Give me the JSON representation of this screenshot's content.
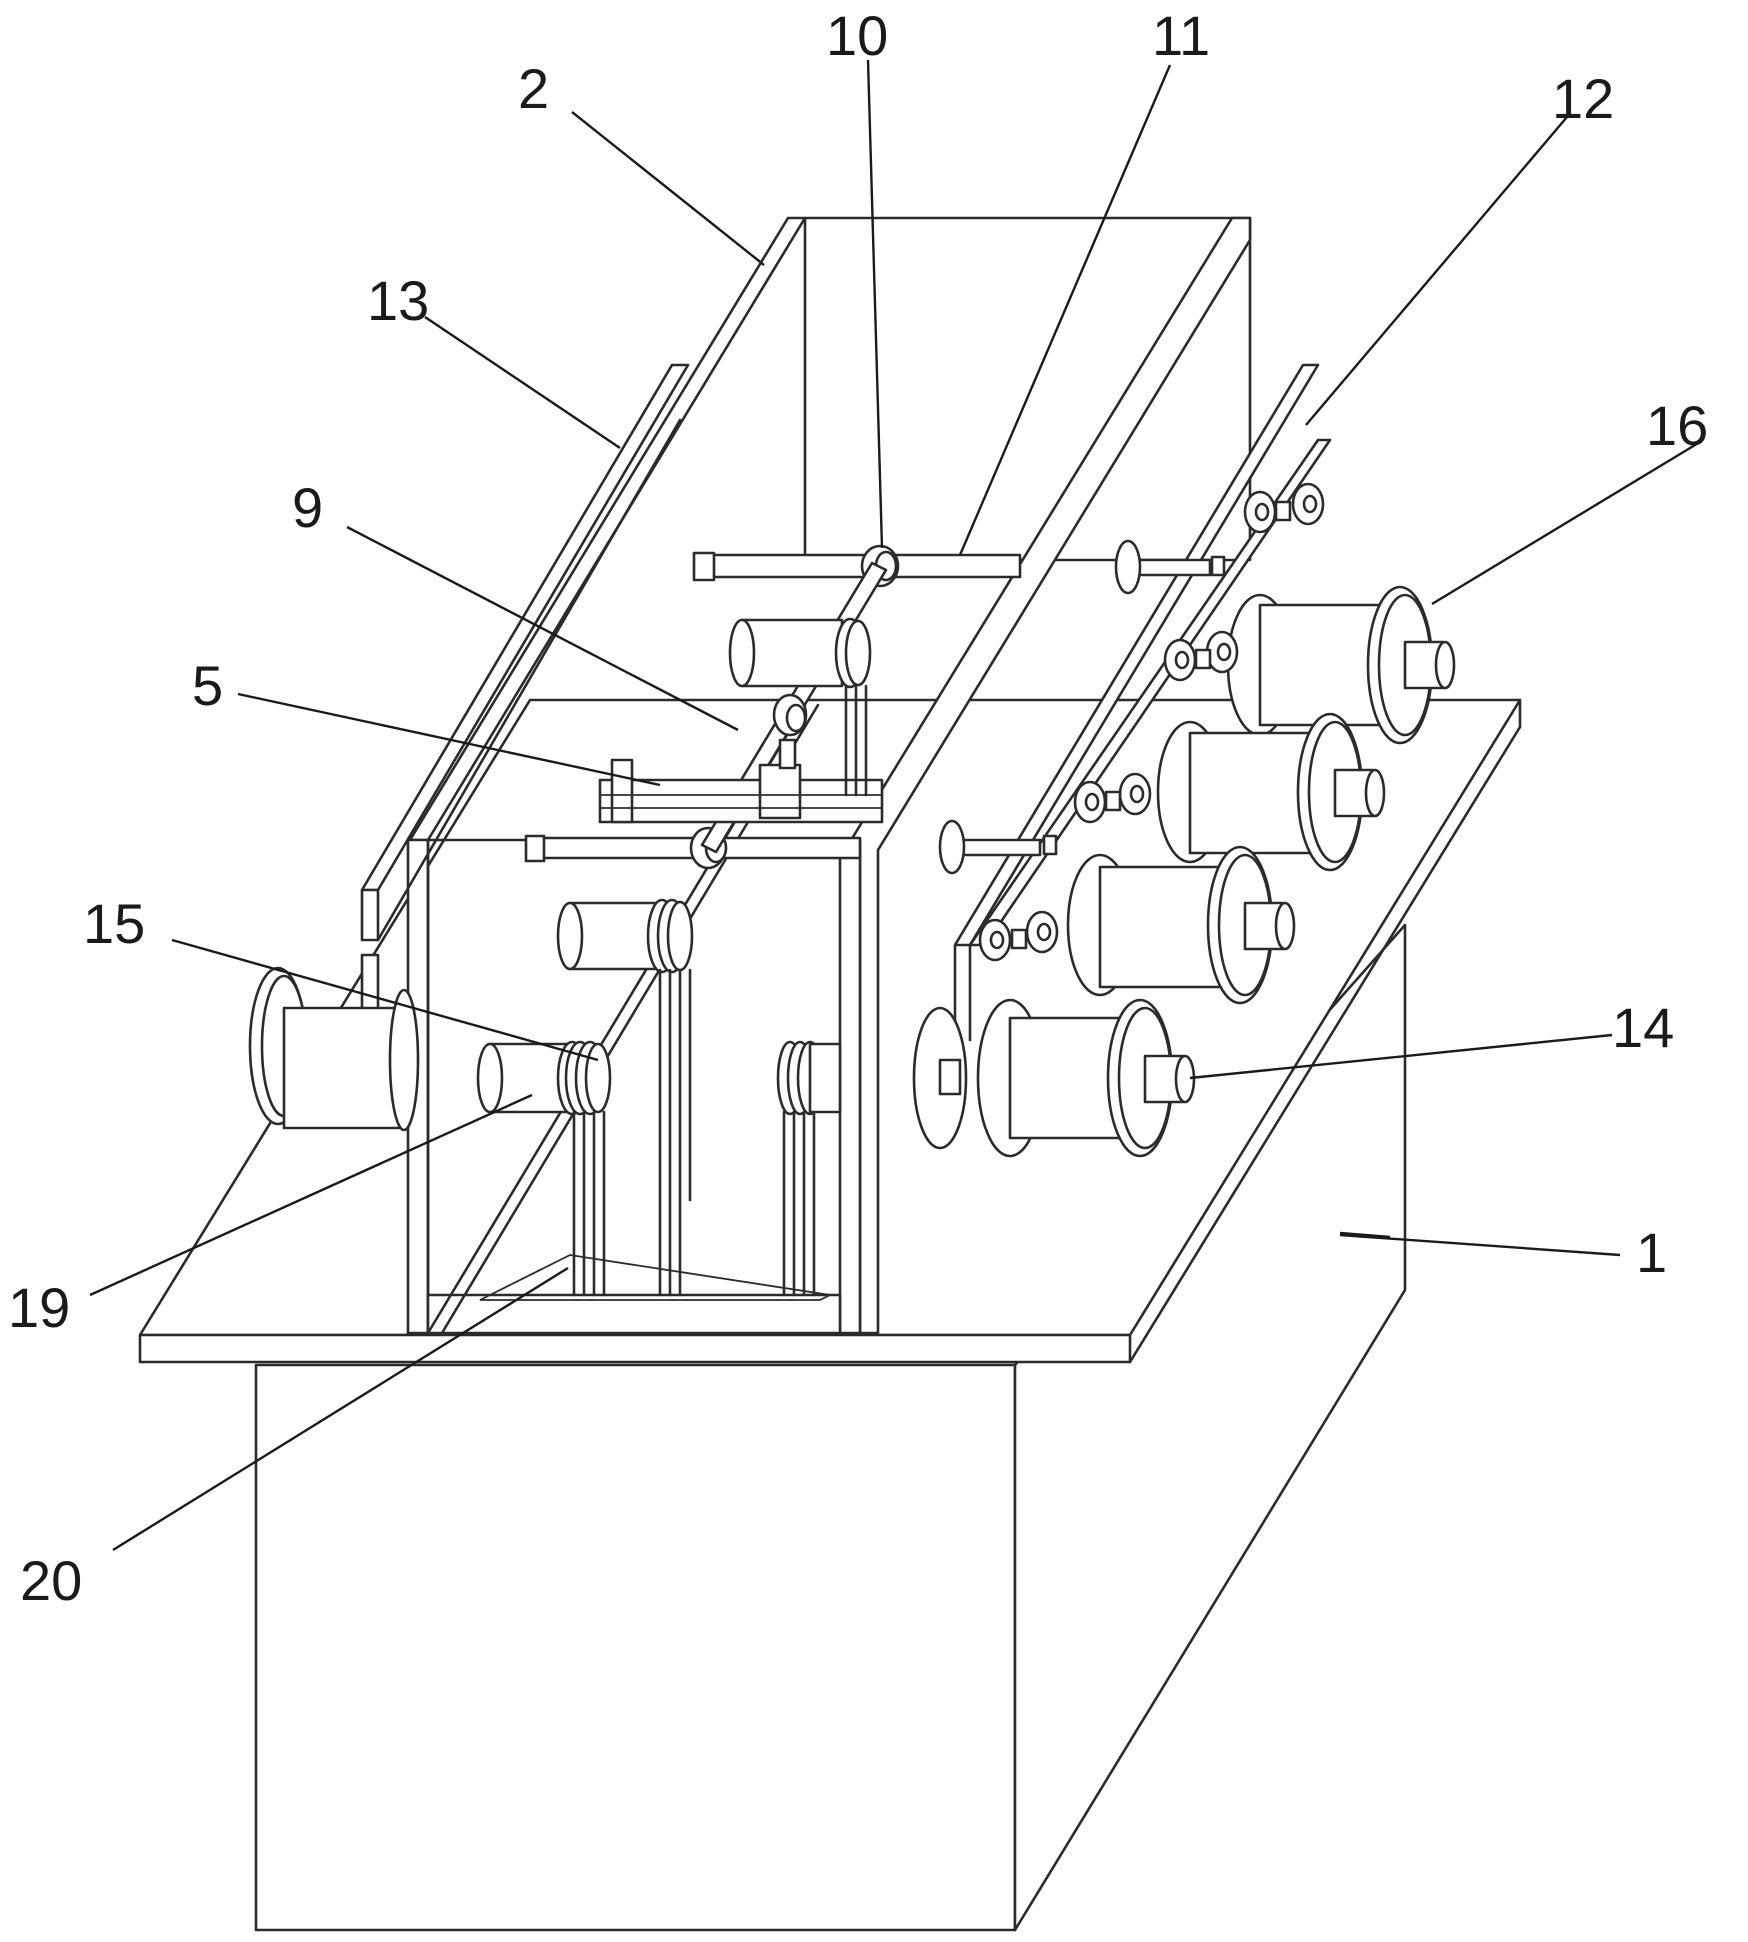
{
  "figure": {
    "description_free": true,
    "line_color": "#2b2b2b",
    "background": "#ffffff"
  },
  "callouts": [
    {
      "id": "label-1",
      "text": "1"
    },
    {
      "id": "label-2",
      "text": "2"
    },
    {
      "id": "label-5",
      "text": "5"
    },
    {
      "id": "label-9",
      "text": "9"
    },
    {
      "id": "label-10",
      "text": "10"
    },
    {
      "id": "label-11",
      "text": "11"
    },
    {
      "id": "label-12",
      "text": "12"
    },
    {
      "id": "label-13",
      "text": "13"
    },
    {
      "id": "label-14",
      "text": "14"
    },
    {
      "id": "label-15",
      "text": "15"
    },
    {
      "id": "label-16",
      "text": "16"
    },
    {
      "id": "label-19",
      "text": "19"
    },
    {
      "id": "label-20",
      "text": "20"
    }
  ]
}
